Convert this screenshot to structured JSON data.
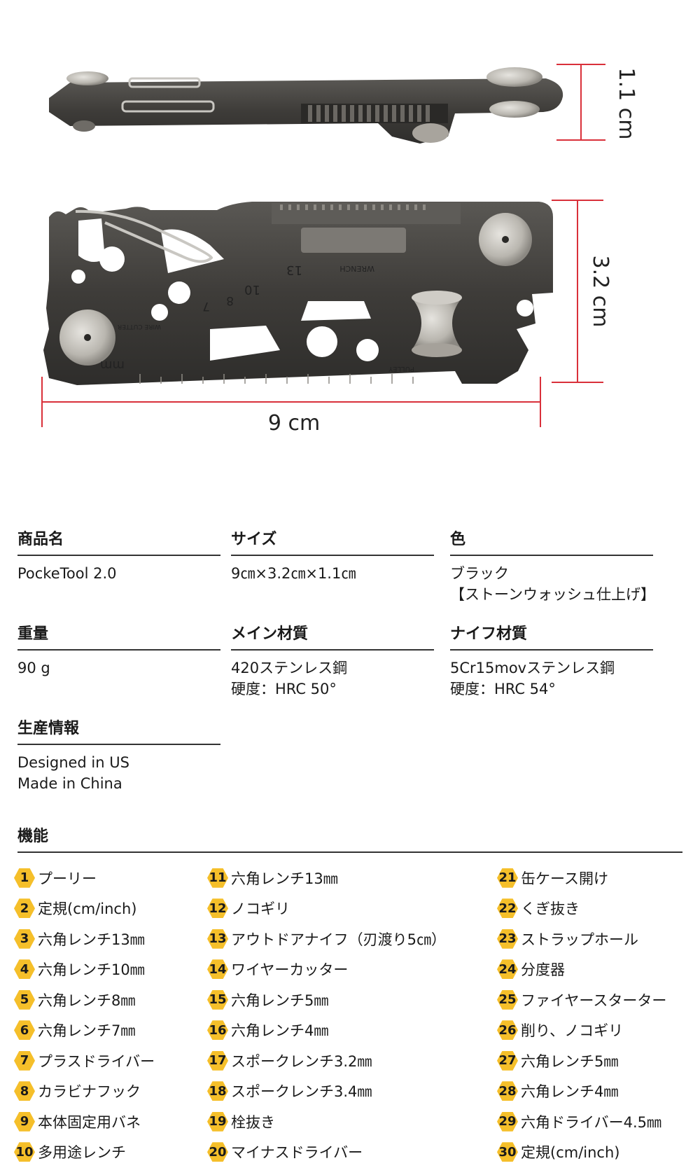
{
  "dimensions": {
    "thickness": "1.1 cm",
    "width": "3.2 cm",
    "length": "9 cm"
  },
  "tool_labels": {
    "ruler_unit": "mm",
    "wrench_text": "WRENCH",
    "hex_13": "13",
    "hex_10": "10",
    "hex_8": "8",
    "hex_7": "7",
    "pulley_text": "PULLEY",
    "wire_cutter_text": "WIRE CUTTER"
  },
  "colors": {
    "dimension_lines": "#d9303a",
    "badge": "#f5bf2a"
  },
  "specs": [
    {
      "label": "商品名",
      "value": "PockeTool 2.0"
    },
    {
      "label": "サイズ",
      "value": "9㎝×3.2㎝×1.1㎝"
    },
    {
      "label": "色",
      "value": "ブラック\n【ストーンウォッシュ仕上げ】"
    },
    {
      "label": "重量",
      "value": "90 g"
    },
    {
      "label": "メイン材質",
      "value": "420ステンレス鋼\n硬度：HRC 50°"
    },
    {
      "label": "ナイフ材質",
      "value": "5Cr15movステンレス鋼\n硬度：HRC 54°"
    },
    {
      "label": "生産情報",
      "value": "Designed in US\nMade in China"
    }
  ],
  "features_heading": "機能",
  "features": [
    {
      "num": "1",
      "label": "プーリー"
    },
    {
      "num": "2",
      "label": "定規(cm/inch)"
    },
    {
      "num": "3",
      "label": "六角レンチ13㎜"
    },
    {
      "num": "4",
      "label": "六角レンチ10㎜"
    },
    {
      "num": "5",
      "label": "六角レンチ8㎜"
    },
    {
      "num": "6",
      "label": "六角レンチ7㎜"
    },
    {
      "num": "7",
      "label": "プラスドライバー"
    },
    {
      "num": "8",
      "label": "カラビナフック"
    },
    {
      "num": "9",
      "label": "本体固定用バネ"
    },
    {
      "num": "10",
      "label": "多用途レンチ"
    },
    {
      "num": "11",
      "label": "六角レンチ13㎜"
    },
    {
      "num": "12",
      "label": "ノコギリ"
    },
    {
      "num": "13",
      "label": "アウトドアナイフ（刃渡り5㎝）"
    },
    {
      "num": "14",
      "label": "ワイヤーカッター"
    },
    {
      "num": "15",
      "label": "六角レンチ5㎜"
    },
    {
      "num": "16",
      "label": "六角レンチ4㎜"
    },
    {
      "num": "17",
      "label": "スポークレンチ3.2㎜"
    },
    {
      "num": "18",
      "label": "スポークレンチ3.4㎜"
    },
    {
      "num": "19",
      "label": "栓抜き"
    },
    {
      "num": "20",
      "label": "マイナスドライバー"
    },
    {
      "num": "21",
      "label": "缶ケース開け"
    },
    {
      "num": "22",
      "label": "くぎ抜き"
    },
    {
      "num": "23",
      "label": "ストラップホール"
    },
    {
      "num": "24",
      "label": "分度器"
    },
    {
      "num": "25",
      "label": "ファイヤースターター"
    },
    {
      "num": "26",
      "label": "削り、ノコギリ"
    },
    {
      "num": "27",
      "label": "六角レンチ5㎜"
    },
    {
      "num": "28",
      "label": "六角レンチ4㎜"
    },
    {
      "num": "29",
      "label": "六角ドライバー4.5㎜"
    },
    {
      "num": "30",
      "label": "定規(cm/inch)"
    }
  ]
}
